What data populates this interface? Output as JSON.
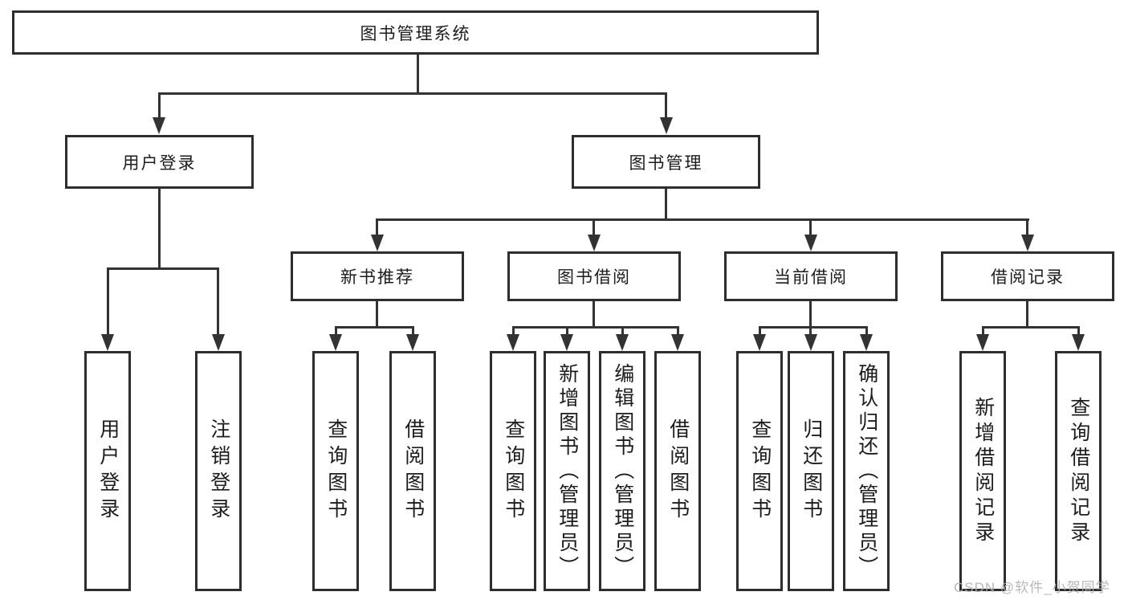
{
  "diagram": {
    "root": {
      "label": "图书管理系统"
    },
    "level2": [
      {
        "label": "用户登录"
      },
      {
        "label": "图书管理"
      }
    ],
    "level3": [
      {
        "label": "新书推荐"
      },
      {
        "label": "图书借阅"
      },
      {
        "label": "当前借阅"
      },
      {
        "label": "借阅记录"
      }
    ],
    "leaves": {
      "user": [
        {
          "label": "用户登录"
        },
        {
          "label": "注销登录"
        }
      ],
      "recommend": [
        {
          "label": "查询图书"
        },
        {
          "label": "借阅图书"
        }
      ],
      "borrow": [
        {
          "label": "查询图书"
        },
        {
          "label": "新增图书（管理员）"
        },
        {
          "label": "编辑图书（管理员）"
        },
        {
          "label": "借阅图书"
        }
      ],
      "current": [
        {
          "label": "查询图书"
        },
        {
          "label": "归还图书"
        },
        {
          "label": "确认归还（管理员）"
        }
      ],
      "records": [
        {
          "label": "新增借阅记录"
        },
        {
          "label": "查询借阅记录"
        }
      ]
    },
    "watermark": "CSDN @软件_小贺同学",
    "colors": {
      "line": "#333333",
      "border": "#2d2d2d",
      "text": "#1c1c1c",
      "watermark": "#b0b0b0",
      "background": "#ffffff"
    }
  }
}
